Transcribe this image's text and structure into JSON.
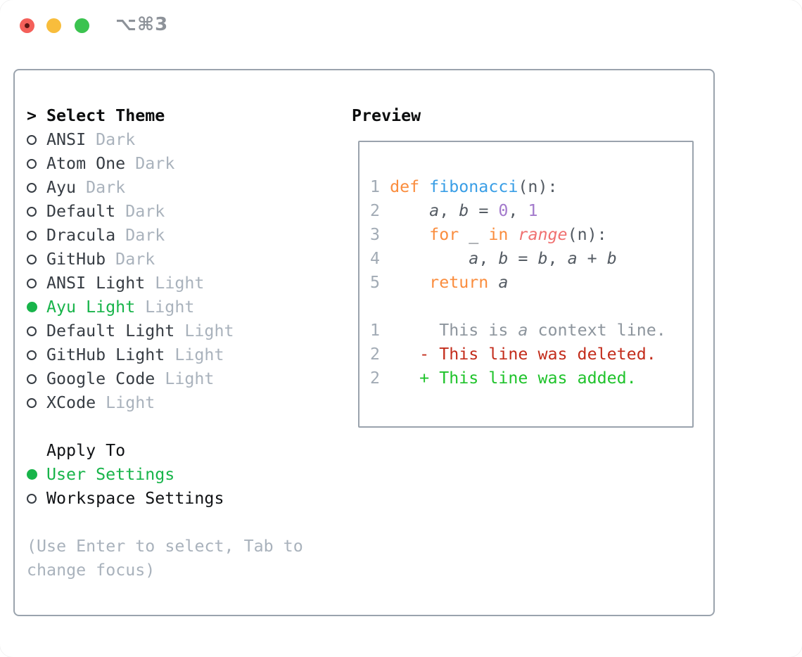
{
  "titlebar": {
    "title": "⌥⌘3"
  },
  "menu": {
    "header": {
      "prompt": ">",
      "label": "Select Theme"
    },
    "themes": [
      {
        "name": "ANSI",
        "variant": "Dark",
        "selected": false
      },
      {
        "name": "Atom One",
        "variant": "Dark",
        "selected": false
      },
      {
        "name": "Ayu",
        "variant": "Dark",
        "selected": false
      },
      {
        "name": "Default",
        "variant": "Dark",
        "selected": false
      },
      {
        "name": "Dracula",
        "variant": "Dark",
        "selected": false
      },
      {
        "name": "GitHub",
        "variant": "Dark",
        "selected": false
      },
      {
        "name": "ANSI Light",
        "variant": "Light",
        "selected": false
      },
      {
        "name": "Ayu Light",
        "variant": "Light",
        "selected": true
      },
      {
        "name": "Default Light",
        "variant": "Light",
        "selected": false
      },
      {
        "name": "GitHub Light",
        "variant": "Light",
        "selected": false
      },
      {
        "name": "Google Code",
        "variant": "Light",
        "selected": false
      },
      {
        "name": "XCode",
        "variant": "Light",
        "selected": false
      }
    ],
    "apply_header": "Apply To",
    "apply_options": [
      {
        "label": "User Settings",
        "selected": true
      },
      {
        "label": "Workspace Settings",
        "selected": false
      }
    ],
    "hint": "(Use Enter to select, Tab to change focus)"
  },
  "preview": {
    "label": "Preview",
    "code_lines": [
      [
        {
          "t": "1 ",
          "c": "ln"
        },
        {
          "t": "def ",
          "c": "kw"
        },
        {
          "t": "fibonacci",
          "c": "fn"
        },
        {
          "t": "(n):",
          "c": "fg"
        }
      ],
      [
        {
          "t": "2 ",
          "c": "ln"
        },
        {
          "t": "    ",
          "c": "fg"
        },
        {
          "t": "a",
          "c": "fg",
          "i": true
        },
        {
          "t": ", ",
          "c": "fg"
        },
        {
          "t": "b",
          "c": "fg",
          "i": true
        },
        {
          "t": " = ",
          "c": "fg"
        },
        {
          "t": "0",
          "c": "cst"
        },
        {
          "t": ", ",
          "c": "fg"
        },
        {
          "t": "1",
          "c": "cst"
        }
      ],
      [
        {
          "t": "3 ",
          "c": "ln"
        },
        {
          "t": "    ",
          "c": "fg"
        },
        {
          "t": "for ",
          "c": "kw"
        },
        {
          "t": "_ ",
          "c": "fg"
        },
        {
          "t": "in ",
          "c": "kw"
        },
        {
          "t": "range",
          "c": "sp",
          "i": true
        },
        {
          "t": "(n):",
          "c": "fg"
        }
      ],
      [
        {
          "t": "4 ",
          "c": "ln"
        },
        {
          "t": "        ",
          "c": "fg"
        },
        {
          "t": "a",
          "c": "fg",
          "i": true
        },
        {
          "t": ", ",
          "c": "fg"
        },
        {
          "t": "b",
          "c": "fg",
          "i": true
        },
        {
          "t": " = ",
          "c": "fg"
        },
        {
          "t": "b",
          "c": "fg",
          "i": true
        },
        {
          "t": ", ",
          "c": "fg"
        },
        {
          "t": "a",
          "c": "fg",
          "i": true
        },
        {
          "t": " + ",
          "c": "fg"
        },
        {
          "t": "b",
          "c": "fg",
          "i": true
        }
      ],
      [
        {
          "t": "5 ",
          "c": "ln"
        },
        {
          "t": "    ",
          "c": "fg"
        },
        {
          "t": "return ",
          "c": "kw"
        },
        {
          "t": "a",
          "c": "fg",
          "i": true
        }
      ],
      [],
      [
        {
          "t": "1",
          "c": "ln"
        },
        {
          "t": "      ",
          "c": "ctx"
        },
        {
          "t": "This is ",
          "c": "ctx"
        },
        {
          "t": "a",
          "c": "ctx",
          "i": true
        },
        {
          "t": " context line.",
          "c": "ctx"
        }
      ],
      [
        {
          "t": "2",
          "c": "ln"
        },
        {
          "t": "    ",
          "c": "fg"
        },
        {
          "t": "- This line was deleted.",
          "c": "del"
        }
      ],
      [
        {
          "t": "2",
          "c": "ln"
        },
        {
          "t": "    ",
          "c": "fg"
        },
        {
          "t": "+ This line was added.",
          "c": "add"
        }
      ]
    ]
  },
  "colors": {
    "ui": {
      "accent_green": "#18b44a",
      "panel_border": "#9aa3ad",
      "text_dark": "#373d44",
      "muted": "#a9b2bc",
      "title_gray": "#8d9299"
    },
    "syntax": {
      "ln": "#a2abb5",
      "kw": "#fa8d3e",
      "fn": "#399ee6",
      "cst": "#a37acc",
      "sp": "#f07171",
      "fg": "#545b63",
      "ctx": "#8d959d",
      "del": "#c32d1c",
      "add": "#1fc32b"
    }
  }
}
